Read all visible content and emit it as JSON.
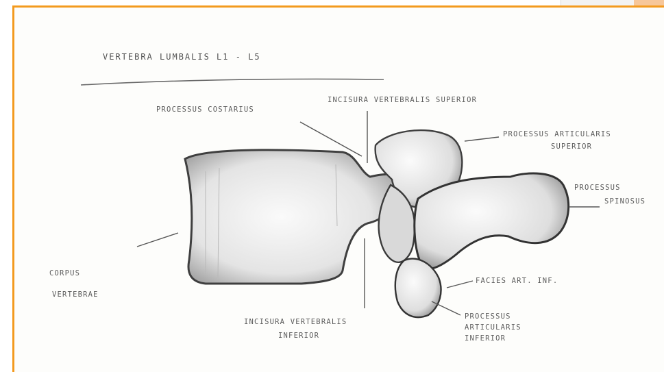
{
  "drawing": {
    "title": "VERTEBRA LUMBALIS  L1 - L5",
    "labels": {
      "processus_costarius": "PROCESSUS COSTARIUS",
      "incisura_superior": "INCISURA VERTEBRALIS SUPERIOR",
      "processus_articularis_superior_1": "PROCESSUS ARTICULARIS",
      "processus_articularis_superior_2": "SUPERIOR",
      "processus_spinosus_1": "PROCESSUS",
      "processus_spinosus_2": "SPINOSUS",
      "corpus_1": "CORPUS",
      "corpus_2": "VERTEBRAE",
      "facies": "FACIES ART. INF.",
      "incisura_inferior_1": "INCISURA VERTEBRALIS",
      "incisura_inferior_2": "INFERIOR",
      "processus_articularis_inferior_1": "PROCESSUS",
      "processus_articularis_inferior_2": "ARTICULARIS",
      "processus_articularis_inferior_3": "INFERIOR"
    }
  },
  "colors": {
    "frame_accent": "#f39a1e",
    "pencil": "#4a4a4a",
    "paper": "#fdfdfb"
  }
}
